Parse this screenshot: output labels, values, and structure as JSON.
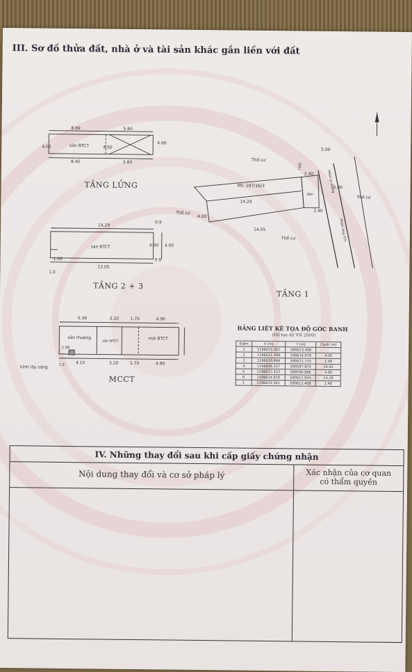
{
  "section3": {
    "title": "III. Sơ đồ thửa đất, nhà ở và tài sản khác gắn liền với đất"
  },
  "plans": {
    "tang_lung": {
      "label": "TẦNG LỬNG",
      "d1": "8.69",
      "d2": "5.60",
      "d3": "4.00",
      "d4": "8.45",
      "d5": "5.60",
      "d6": "4.00",
      "d7": "4.00",
      "room": "sàn BTCT"
    },
    "tang_23": {
      "label": "TẦNG 2 + 3",
      "d1": "14.29",
      "d2": "0.9",
      "d3": "4.00",
      "d4": "4.00",
      "d5": "13.05",
      "d6": "0.9",
      "d7": "1.06",
      "d8": "1.0",
      "room": "sàn BTCT"
    },
    "mcct": {
      "label": "MCCT",
      "d1": "5.39",
      "d2": "3.20",
      "d3": "1.70",
      "d4": "4.90",
      "d5": "4.15",
      "d6": "3.20",
      "d7": "1.70",
      "d8": "4.90",
      "d9": "1.06",
      "d10": "1.0",
      "r1": "sân thượng",
      "r2": "sân BTCT",
      "r3": "mái BTCT",
      "note": "kính lấy sáng"
    },
    "tang_1": {
      "label": "TẦNG 1",
      "d1": "14.29",
      "d2": "14.05",
      "d3": "4.00",
      "d4": "5.00",
      "d5": "2.40",
      "d6": "5.00",
      "d7": "2.40",
      "house": "NS: 297/16/3",
      "neighbor1": "Thổ cư",
      "neighbor2": "Thổ cư",
      "neighbor3": "Thổ cư",
      "neighbor4": "Thổ cư",
      "road1": "Hẻm xi măng",
      "road2": "Phan Huy Ích",
      "yard": "Sân",
      "lg": "LGĐ"
    }
  },
  "coord_table": {
    "title": "BẢNG LIỆT KÊ TỌA ĐỘ GÓC RANH",
    "subtitle": "(Hệ tọa độ VN 2000)",
    "headers": [
      "Điểm",
      "X (m)",
      "Y (m)",
      "Cạnh (m)"
    ],
    "rows": [
      [
        "1",
        "1198615.561",
        "590613.408",
        ""
      ],
      [
        "2",
        "1198611.398",
        "590614.079",
        "4.00"
      ],
      [
        "3",
        "1198610.984",
        "590611.715",
        "2.40"
      ],
      [
        "4",
        "1198606.557",
        "590597.874",
        "14.05"
      ],
      [
        "5",
        "1198612.433",
        "590596.966",
        "4.00"
      ],
      [
        "6",
        "1198614.920",
        "590611.044",
        "14.29"
      ],
      [
        "1",
        "1198615.561",
        "590613.408",
        "2.40"
      ]
    ]
  },
  "section4": {
    "title": "IV. Những thay đổi sau khi cấp giấy chứng nhận",
    "col1": "Nội dung thay đổi và cơ sở pháp lý",
    "col2_line1": "Xác nhận của cơ quan",
    "col2_line2": "có thẩm quyền"
  },
  "colors": {
    "paper": "#ece7e6",
    "ink": "#333333",
    "watermark": "#e3c6c9"
  }
}
